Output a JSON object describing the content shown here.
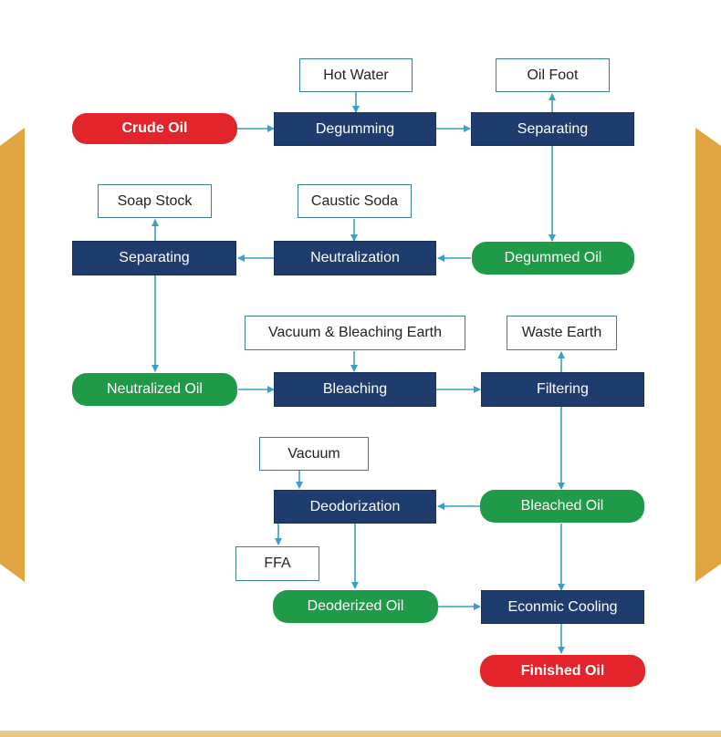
{
  "colors": {
    "process": "#1f3c6e",
    "start_end": "#e3242b",
    "intermediate": "#1e9a48",
    "connector": "#3a9fc4",
    "accent_bars": "#e0a440"
  },
  "nodes": {
    "hot_water": "Hot Water",
    "oil_foot": "Oil Foot",
    "crude_oil": "Crude Oil",
    "degumming": "Degumming",
    "separating_1": "Separating",
    "soap_stock": "Soap Stock",
    "caustic_soda": "Caustic Soda",
    "separating_2": "Separating",
    "neutralization": "Neutralization",
    "degummed_oil": "Degummed Oil",
    "vacuum_bleaching_earth": "Vacuum & Bleaching Earth",
    "waste_earth": "Waste Earth",
    "neutralized_oil": "Neutralized Oil",
    "bleaching": "Bleaching",
    "filtering": "Filtering",
    "vacuum": "Vacuum",
    "deodorization": "Deodorization",
    "bleached_oil": "Bleached Oil",
    "ffa": "FFA",
    "deoderized_oil": "Deoderized Oil",
    "econmic_cooling": "Econmic Cooling",
    "finished_oil": "Finished Oil"
  }
}
